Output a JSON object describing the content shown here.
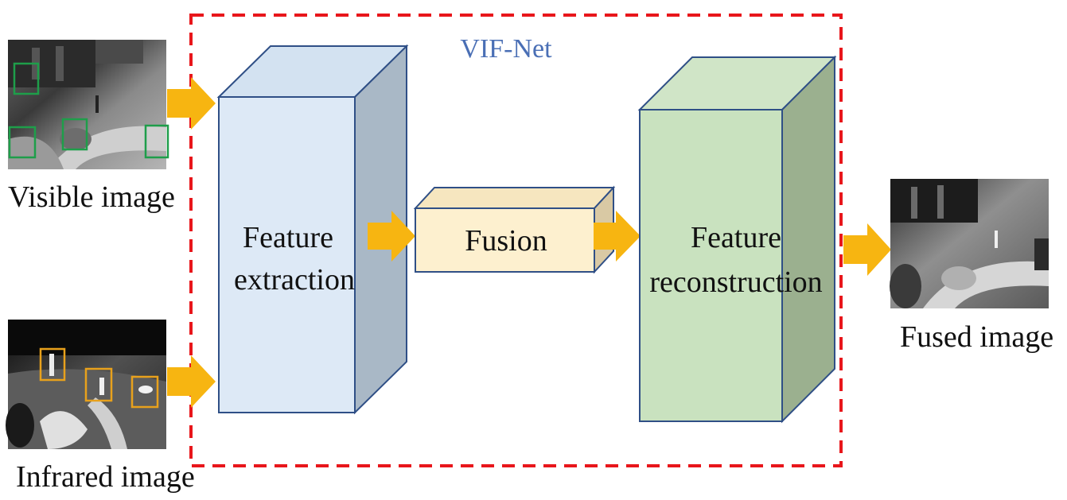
{
  "diagram": {
    "title": "VIF-Net",
    "inputs": {
      "visible_label": "Visible image",
      "infrared_label": "Infrared image"
    },
    "output": {
      "fused_label": "Fused image"
    },
    "blocks": {
      "extraction": {
        "line1": "Feature",
        "line2": "extraction"
      },
      "fusion": {
        "label": "Fusion"
      },
      "reconstruction": {
        "line1": "Feature",
        "line2": "reconstruction"
      }
    }
  },
  "colors": {
    "dashed_border": "#e8161b",
    "title_text": "#4a6fb5",
    "arrow_fill": "#f7b511",
    "extraction_front": "#dde9f6",
    "extraction_side": "#a9b8c6",
    "fusion_front": "#fdf0cf",
    "fusion_side": "#d9c9a4",
    "reconstruction_front": "#c9e2bf",
    "reconstruction_side": "#9bb08f",
    "box_stroke": "#2f4f86",
    "visible_marker": "#1e9e4a",
    "infrared_marker": "#e8a11c"
  },
  "icons": {
    "arrow": "block-arrow-right-icon"
  }
}
